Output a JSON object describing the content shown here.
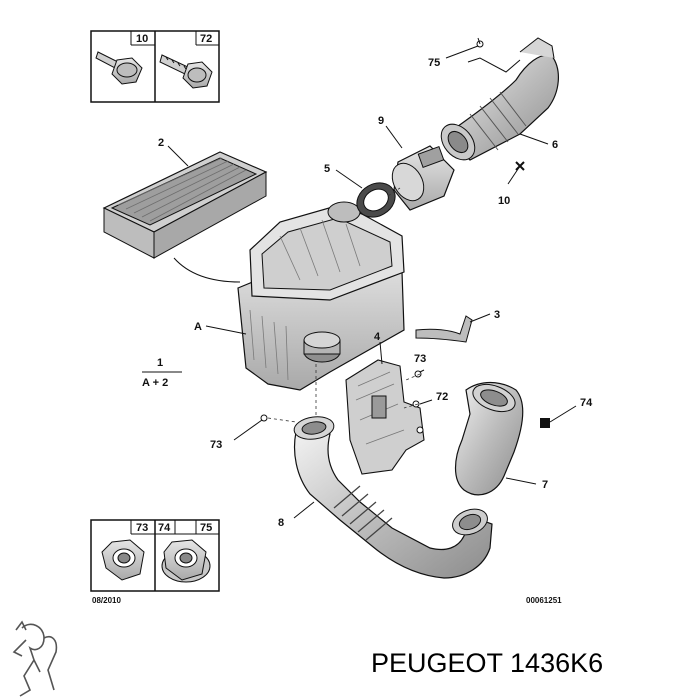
{
  "parts_boxes": {
    "top": [
      "10",
      "72"
    ],
    "bottom": [
      "73",
      "74",
      "75"
    ]
  },
  "callouts": {
    "c75": "75",
    "c9": "9",
    "c6": "6",
    "c2": "2",
    "c5": "5",
    "c10": "10",
    "cA": "A",
    "c1": "1",
    "cA2": "A + 2",
    "c3": "3",
    "c4": "4",
    "c73a": "73",
    "c72": "72",
    "c74": "74",
    "c73b": "73",
    "c7": "7",
    "c8": "8"
  },
  "footer": {
    "date_code": "08/2010",
    "drawing_number": "00061251"
  },
  "brand": {
    "text": "PEUGEOT 1436K6"
  },
  "colors": {
    "line": "#111111",
    "part_fill": "#d9d9d9",
    "part_dark": "#9a9a9a"
  }
}
